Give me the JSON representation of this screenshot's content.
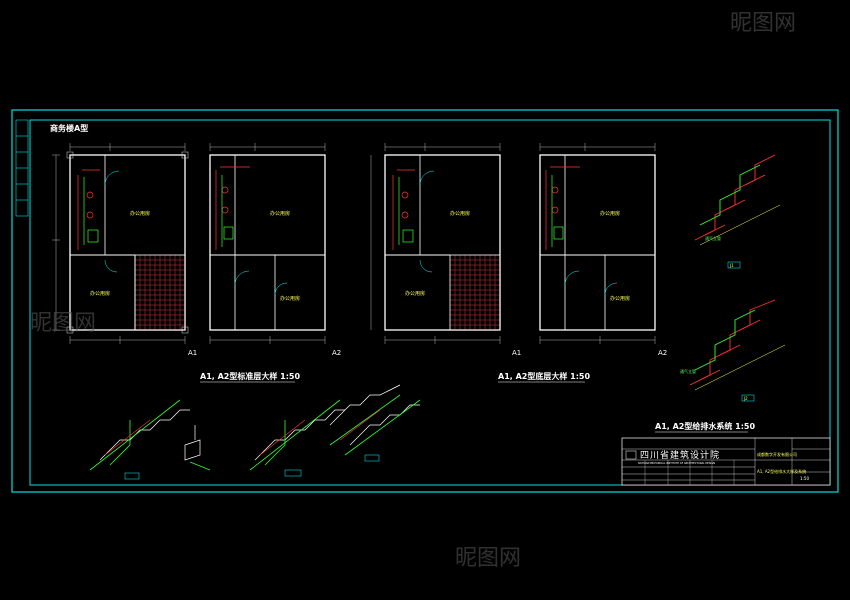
{
  "drawing": {
    "sheet_label": "商务楼A型",
    "titles": {
      "standard_floor": "A1, A2型标准层大样 1:50",
      "ground_floor": "A1, A2型底层大样 1:50",
      "system": "A1, A2型给排水系统 1:50"
    },
    "axis_labels": [
      "A1",
      "A2",
      "A1",
      "A2"
    ],
    "room_label": "办公用房",
    "pipe_labels": {
      "vent": "通气立管",
      "small_tag_1": "J1",
      "small_tag_2": "J2"
    },
    "title_block": {
      "institute_cn": "四川省建筑设计院",
      "institute_en": "SICHUAN PROVINCIAL INSTITUTE OF ARCHITECTURAL DESIGN",
      "project": "成都数字开发有限公司",
      "drawing_name": "A1, A2型给排水大样及系统",
      "scale": "1:50"
    },
    "watermark": "昵图网"
  },
  "colors": {
    "frame": "#00e0e0",
    "wall": "#ffffff",
    "dim": "#dddddd",
    "pipe_red": "#ff3333",
    "pipe_green": "#33ff33",
    "pipe_cyan": "#00ffff",
    "text_yellow": "#ffff55"
  }
}
